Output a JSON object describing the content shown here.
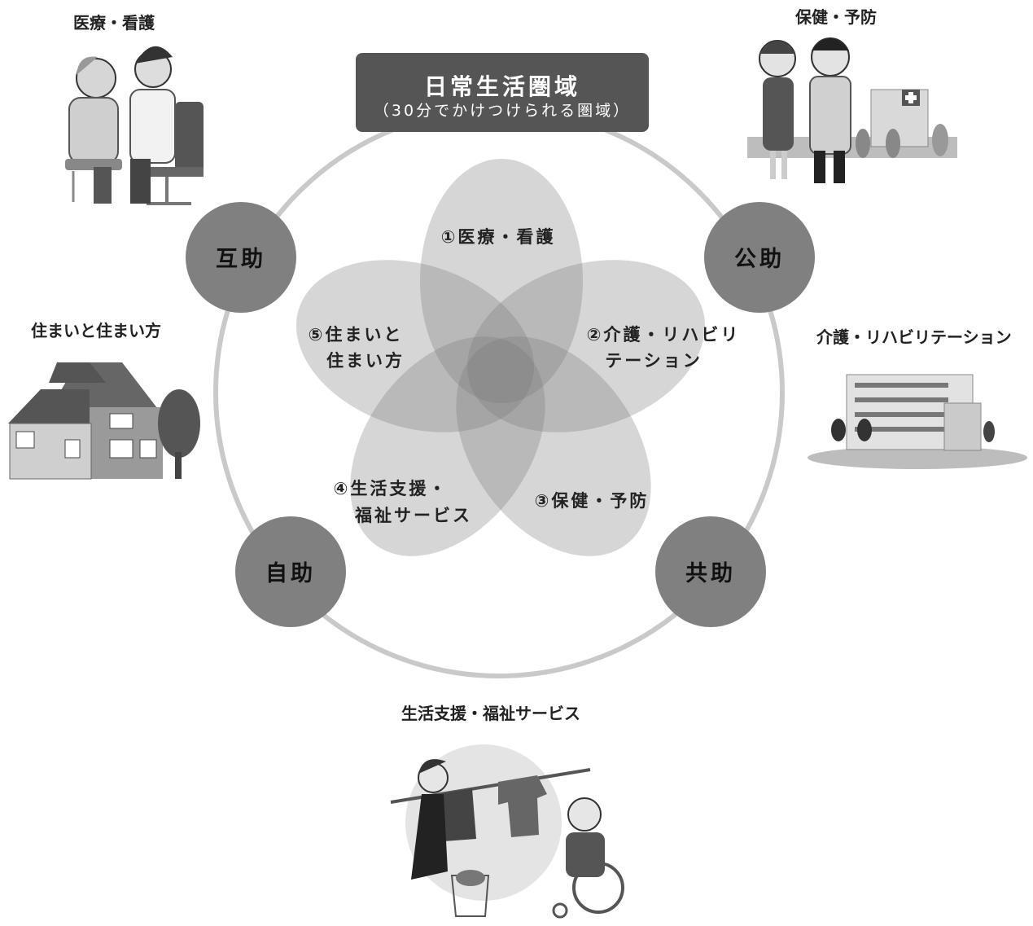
{
  "title": {
    "main": "日常生活圏域",
    "sub": "（30分でかけつけられる圏域）"
  },
  "petals": [
    {
      "id": "1",
      "line1": "①医療・看護",
      "line2": ""
    },
    {
      "id": "2",
      "line1": "②介護・リハビリ",
      "line2": "テーション"
    },
    {
      "id": "3",
      "line1": "③保健・予防",
      "line2": ""
    },
    {
      "id": "4",
      "line1": "④生活支援・",
      "line2": "福祉サービス"
    },
    {
      "id": "5",
      "line1": "⑤住まいと",
      "line2": "住まい方"
    }
  ],
  "support_circles": {
    "gojo": "互助",
    "kojo": "公助",
    "jijo": "自助",
    "kyojo": "共助"
  },
  "corner_labels": {
    "medical": "医療・看護",
    "health": "保健・予防",
    "housing": "住まいと住まい方",
    "care": "介護・リハビリテーション",
    "livelihood": "生活支援・福祉サービス"
  },
  "colors": {
    "ring": "#c9c9c9",
    "petal": "rgba(120,120,120,0.30)",
    "circle": "#808080",
    "title_bg": "#555555"
  }
}
